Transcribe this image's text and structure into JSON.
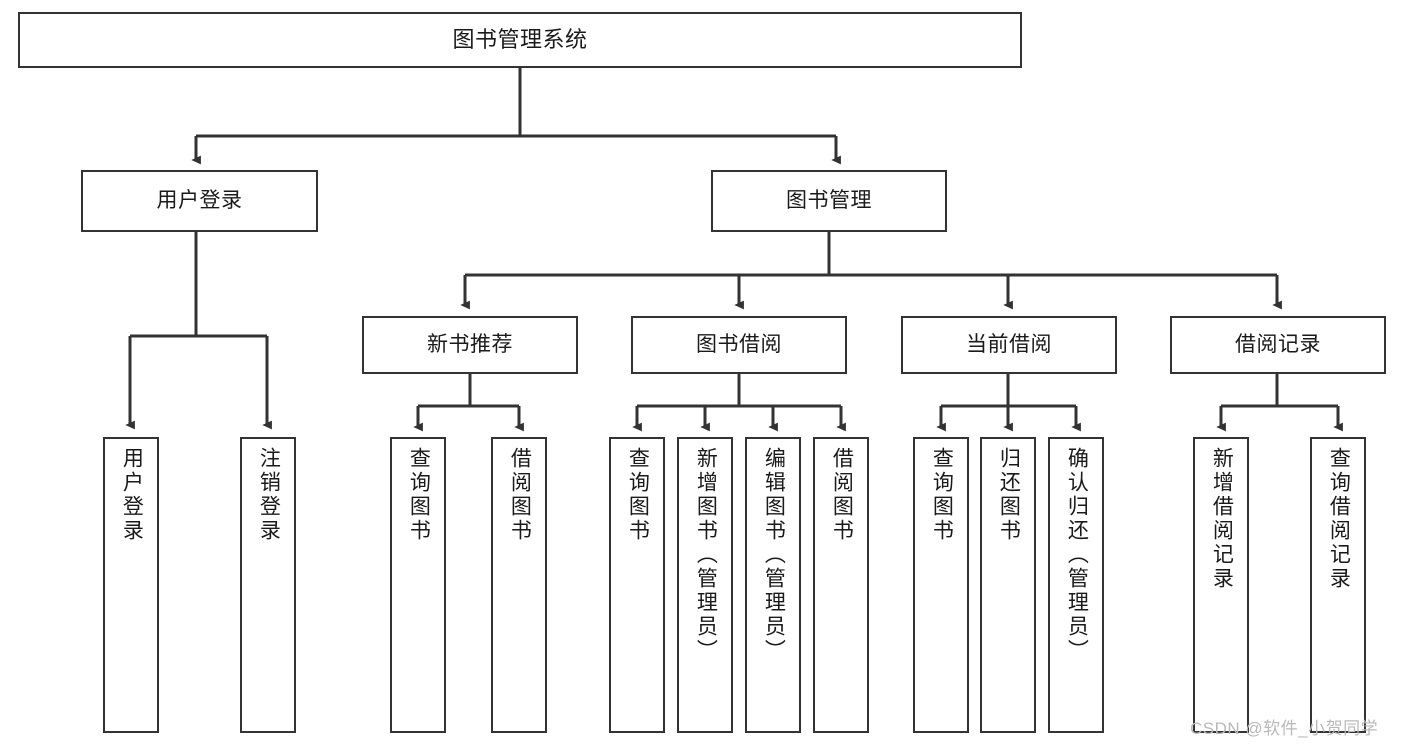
{
  "diagram": {
    "title": "图书管理系统",
    "type": "tree-hierarchy",
    "watermark": "CSDN @软件_小贺同学",
    "colors": {
      "box_border": "#333333",
      "box_fill": "#ffffff",
      "connector": "#333333",
      "text": "#1a1a1a",
      "watermark": "#b9b9b9"
    },
    "nodes": {
      "root": {
        "label": "图书管理系统"
      },
      "level2": [
        {
          "label": "用户登录"
        },
        {
          "label": "图书管理"
        }
      ],
      "level3": [
        {
          "label": "新书推荐"
        },
        {
          "label": "图书借阅"
        },
        {
          "label": "当前借阅"
        },
        {
          "label": "借阅记录"
        }
      ],
      "leaves_user_login": [
        {
          "label": "用户登录"
        },
        {
          "label": "注销登录"
        }
      ],
      "leaves_new_book": [
        {
          "label": "查询图书"
        },
        {
          "label": "借阅图书"
        }
      ],
      "leaves_borrow": [
        {
          "label": "查询图书"
        },
        {
          "label": "新增图书（管理员）"
        },
        {
          "label": "编辑图书（管理员）"
        },
        {
          "label": "借阅图书"
        }
      ],
      "leaves_current": [
        {
          "label": "查询图书"
        },
        {
          "label": "归还图书"
        },
        {
          "label": "确认归还（管理员）"
        }
      ],
      "leaves_record": [
        {
          "label": "新增借阅记录"
        },
        {
          "label": "查询借阅记录"
        }
      ]
    }
  }
}
